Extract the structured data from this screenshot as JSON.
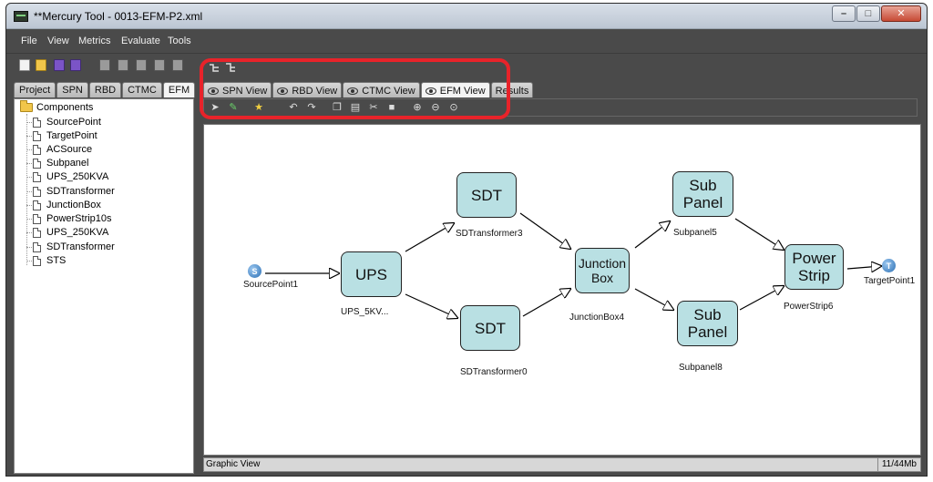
{
  "window": {
    "title": "**Mercury Tool - 0013-EFM-P2.xml"
  },
  "menu": [
    "File",
    "View",
    "Metrics",
    "Evaluate",
    "Tools"
  ],
  "toolbar": {
    "icons": [
      "new-file-icon",
      "open-folder-icon",
      "save-icon",
      "save-as-icon",
      "compile-icon",
      "run-icon",
      "stop-icon",
      "debug-icon",
      "settings-icon"
    ]
  },
  "left_tabs": [
    {
      "label": "Project"
    },
    {
      "label": "SPN"
    },
    {
      "label": "RBD"
    },
    {
      "label": "CTMC"
    },
    {
      "label": "EFM",
      "active": true
    }
  ],
  "tree": {
    "root": "Components",
    "items": [
      "SourcePoint",
      "TargetPoint",
      "ACSource",
      "Subpanel",
      "UPS_250KVA",
      "SDTransformer",
      "JunctionBox",
      "PowerStrip10s",
      "UPS_250KVA",
      "SDTransformer",
      "STS"
    ]
  },
  "view_tabs": [
    {
      "label": "SPN View"
    },
    {
      "label": "RBD View"
    },
    {
      "label": "CTMC View"
    },
    {
      "label": "EFM View",
      "active": true
    },
    {
      "label": "Results"
    }
  ],
  "tool_strip_icons": [
    "select-pointer-icon",
    "edit-pencil-icon",
    "star-icon",
    "undo-icon",
    "redo-icon",
    "copy-icon",
    "paste-icon",
    "cut-icon",
    "delete-icon",
    "zoom-in-icon",
    "zoom-out-icon",
    "zoom-fit-icon"
  ],
  "diagram": {
    "source": {
      "badge": "S",
      "caption": "SourcePoint1"
    },
    "target": {
      "badge": "T",
      "caption": "TargetPoint1"
    },
    "nodes": {
      "ups": {
        "label": "UPS",
        "caption": "UPS_5KV..."
      },
      "sdt_top": {
        "label": "SDT",
        "caption": "SDTransformer3"
      },
      "sdt_bottom": {
        "label": "SDT",
        "caption": "SDTransformer0"
      },
      "junction": {
        "label_line1": "Junction",
        "label_line2": "Box",
        "caption": "JunctionBox4"
      },
      "sub_top": {
        "label_line1": "Sub",
        "label_line2": "Panel",
        "caption": "Subpanel5"
      },
      "sub_bottom": {
        "label_line1": "Sub",
        "label_line2": "Panel",
        "caption": "Subpanel8"
      },
      "power": {
        "label_line1": "Power",
        "label_line2": "Strip",
        "caption": "PowerStrip6"
      }
    }
  },
  "status": {
    "left": "Graphic View",
    "right": "11/44Mb"
  },
  "colors": {
    "node_fill": "#b9e0e3",
    "highlight": "#e8232a",
    "chrome": "#4a4a4a"
  }
}
